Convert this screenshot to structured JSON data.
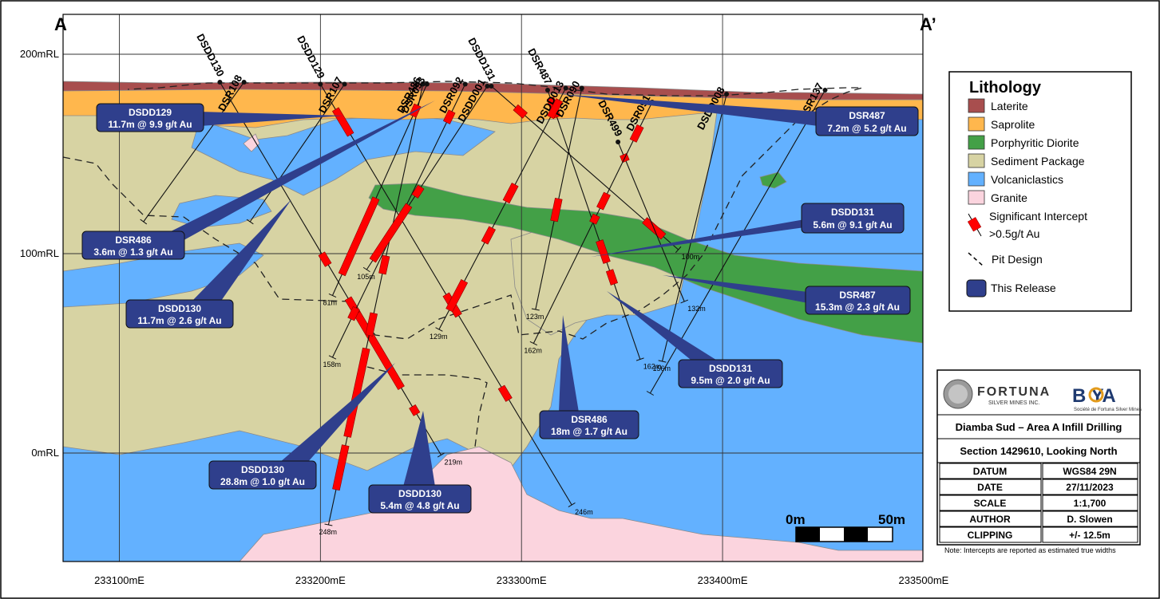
{
  "section_markers": {
    "left": "A",
    "right": "A’"
  },
  "axes": {
    "y_ticks": [
      {
        "label": "200mRL",
        "rl": 200
      },
      {
        "label": "100mRL",
        "rl": 100
      },
      {
        "label": "0mRL",
        "rl": 0
      }
    ],
    "x_ticks": [
      {
        "label": "233100mE",
        "e": 233100
      },
      {
        "label": "233200mE",
        "e": 233200
      },
      {
        "label": "233300mE",
        "e": 233300
      },
      {
        "label": "233400mE",
        "e": 233400
      },
      {
        "label": "233500mE",
        "e": 233500
      }
    ]
  },
  "drill_holes": [
    {
      "name": "DSDD130",
      "collar_e": 233150,
      "collar_rl": 186,
      "end_e": 233260,
      "end_rl": -1,
      "depth_label": "219m",
      "label_angle": 62,
      "intercepts": [
        [
          0.46,
          0.49
        ],
        [
          0.58,
          0.62
        ],
        [
          0.62,
          0.82
        ],
        [
          0.87,
          0.89
        ]
      ]
    },
    {
      "name": "DSR108",
      "collar_e": 233162,
      "collar_rl": 186,
      "end_e": 233112,
      "end_rl": 116
    },
    {
      "name": "DSDD129",
      "collar_e": 233200,
      "collar_rl": 185,
      "end_e": 233325,
      "end_rl": -26,
      "depth_label": "246m",
      "label_angle": 62,
      "intercepts": [
        [
          0.06,
          0.12
        ],
        [
          0.5,
          0.55
        ],
        [
          0.72,
          0.75
        ]
      ]
    },
    {
      "name": "DSR107",
      "collar_e": 233212,
      "collar_rl": 185,
      "end_e": 233165,
      "end_rl": 116
    },
    {
      "name": "DSR486",
      "collar_e": 233251,
      "collar_rl": 185,
      "end_e": 233204,
      "end_rl": -36,
      "depth_label": "248m",
      "label_angle": 62,
      "intercepts": [
        [
          0.39,
          0.43
        ],
        [
          0.52,
          0.57
        ],
        [
          0.6,
          0.8
        ],
        [
          0.82,
          0.92
        ]
      ]
    },
    {
      "name": "DSR093",
      "collar_e": 233253,
      "collar_rl": 185,
      "end_e": 233206,
      "end_rl": 79,
      "depth_label": "81m",
      "label_angle": 62,
      "intercepts": [
        [
          0.1,
          0.15
        ],
        [
          0.54,
          0.9
        ]
      ]
    },
    {
      "name": "DSR092",
      "collar_e": 233272,
      "collar_rl": 185,
      "end_e": 233206,
      "end_rl": 48,
      "depth_label": "158m",
      "label_angle": 62,
      "intercepts": [
        [
          0.1,
          0.14
        ],
        [
          0.82,
          0.86
        ]
      ]
    },
    {
      "name": "DSDD001",
      "collar_e": 233283,
      "collar_rl": 184,
      "end_e": 233223,
      "end_rl": 92,
      "depth_label": "105m",
      "label_angle": 62,
      "intercepts": [
        [
          0.55,
          0.6
        ],
        [
          0.65,
          0.95
        ]
      ]
    },
    {
      "name": "DSR487",
      "collar_e": 233313,
      "collar_rl": 182,
      "end_e": 233359,
      "end_rl": 47,
      "depth_label": "162m",
      "label_angle": 62,
      "intercepts": [
        [
          0.03,
          0.1
        ],
        [
          0.56,
          0.64
        ],
        [
          0.67,
          0.72
        ]
      ]
    },
    {
      "name": "DSDD013",
      "collar_e": 233322,
      "collar_rl": 183,
      "end_e": 233259,
      "end_rl": 62,
      "depth_label": "129m",
      "label_angle": 62,
      "intercepts": [
        [
          0.05,
          0.12
        ],
        [
          0.4,
          0.47
        ],
        [
          0.58,
          0.64
        ],
        [
          0.8,
          0.92
        ]
      ]
    },
    {
      "name": "DSR090",
      "collar_e": 233330,
      "collar_rl": 183,
      "end_e": 233307,
      "end_rl": 72,
      "depth_label": "123m",
      "label_angle": 62,
      "intercepts": [
        [
          0.5,
          0.6
        ]
      ]
    },
    {
      "name": "DSDD131",
      "collar_e": 233285,
      "collar_rl": 184,
      "end_e": 233378,
      "end_rl": 102,
      "depth_label": "100m",
      "label_angle": 62,
      "intercepts": [
        [
          0.13,
          0.18
        ],
        [
          0.82,
          0.92
        ]
      ]
    },
    {
      "name": "DSR499",
      "collar_e": 233348,
      "collar_rl": 156,
      "end_e": 233381,
      "end_rl": 76,
      "depth_label": "132m",
      "label_angle": 62,
      "intercepts": [
        [
          0.08,
          0.12
        ]
      ]
    },
    {
      "name": "DSR091",
      "collar_e": 233365,
      "collar_rl": 176,
      "end_e": 233306,
      "end_rl": 55,
      "depth_label": "162m",
      "label_angle": 62,
      "intercepts": [
        [
          0.1,
          0.16
        ],
        [
          0.38,
          0.44
        ],
        [
          0.47,
          0.5
        ]
      ]
    },
    {
      "name": "DSDD008",
      "collar_e": 233402,
      "collar_rl": 180,
      "end_e": 233370,
      "end_rl": 46,
      "depth_label": "156m",
      "label_angle": 62
    },
    {
      "name": "DSR137",
      "collar_e": 233451,
      "collar_rl": 182,
      "end_e": 233364,
      "end_rl": 30
    }
  ],
  "callouts": [
    {
      "title": "DSDD129",
      "value": "11.7m @ 9.9 g/t Au"
    },
    {
      "title": "DSR486",
      "value": "3.6m @ 1.3 g/t Au"
    },
    {
      "title": "DSDD130",
      "value": "11.7m @ 2.6 g/t Au"
    },
    {
      "title": "DSDD130",
      "value": "28.8m @ 1.0 g/t Au"
    },
    {
      "title": "DSDD130",
      "value": "5.4m @ 4.8 g/t Au"
    },
    {
      "title": "DSR486",
      "value": "18m @ 1.7 g/t Au"
    },
    {
      "title": "DSDD131",
      "value": "9.5m @ 2.0 g/t Au"
    },
    {
      "title": "DSR487",
      "value": "15.3m @ 2.3 g/t Au"
    },
    {
      "title": "DSDD131",
      "value": "5.6m @ 9.1 g/t Au"
    },
    {
      "title": "DSR487",
      "value": "7.2m @ 5.2 g/t Au"
    }
  ],
  "legend": {
    "title": "Lithology",
    "items": [
      {
        "label": "Laterite",
        "color": "#a84e4e"
      },
      {
        "label": "Saprolite",
        "color": "#ffb74d"
      },
      {
        "label": "Porphyritic Diorite",
        "color": "#43a047"
      },
      {
        "label": "Sediment Package",
        "color": "#d7d3a3"
      },
      {
        "label": "Volcaniclastics",
        "color": "#63b1ff"
      },
      {
        "label": "Granite",
        "color": "#fbd4de"
      }
    ],
    "intercept_label": "Significant Intercept",
    "intercept_label_2": ">0.5g/t Au",
    "intercept_color": "#ff0000",
    "pit_label": "Pit Design",
    "release_label": "This Release",
    "release_color": "#2f3f8c"
  },
  "scale_bar": {
    "start": "0m",
    "end": "50m"
  },
  "title_block": {
    "logo_fortuna": "FORTUNA",
    "logo_fortuna_sub": "SILVER MINES INC.",
    "logo_boya": "B YA",
    "logo_boya_sub": "Société de Fortuna Silver Mines",
    "title": "Diamba Sud – Area A Infill Drilling",
    "section": "Section 1429610, Looking North",
    "rows": [
      {
        "label": "DATUM",
        "value": "WGS84 29N"
      },
      {
        "label": "DATE",
        "value": "27/11/2023"
      },
      {
        "label": "SCALE",
        "value": "1:1,700"
      },
      {
        "label": "AUTHOR",
        "value": "D. Slowen"
      },
      {
        "label": "CLIPPING",
        "value": "+/- 12.5m"
      }
    ],
    "note": "Note: Intercepts are reported as estimated true widths"
  },
  "colors": {
    "laterite": "#a84e4e",
    "saprolite": "#ffb74d",
    "diorite": "#43a047",
    "sediment": "#d7d3a3",
    "volcanic": "#63b1ff",
    "granite": "#fbd4de",
    "intercept": "#ff0000",
    "callout": "#2f3f8c"
  }
}
